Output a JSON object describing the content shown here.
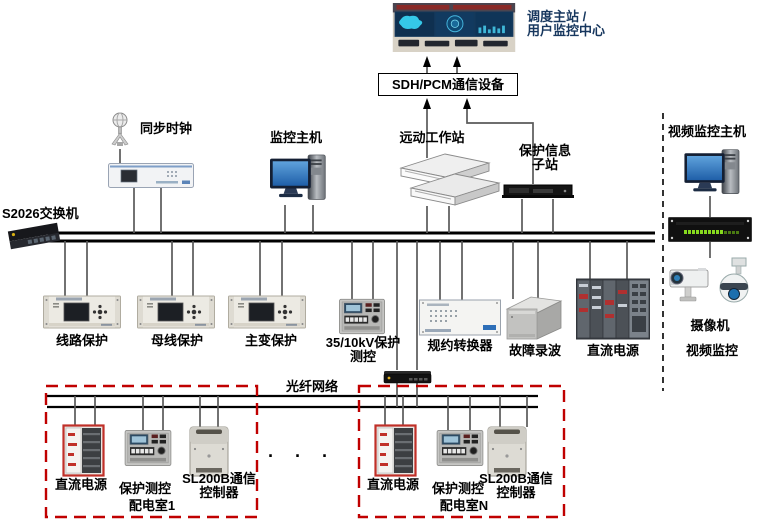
{
  "colors": {
    "label_navy": "#17375E",
    "dashed_red": "#C00000"
  },
  "top": {
    "dispatch_label_line1": "调度主站 /",
    "dispatch_label_line2": "用户监控中心",
    "sdh_label": "SDH/PCM通信设备"
  },
  "station_lan": {
    "switch_label": "S2026交换机",
    "sync_clock_label": "同步时钟",
    "monitor_host_label": "监控主机",
    "remote_workstation_label": "远动工作站",
    "protection_info_label_line1": "保护信息",
    "protection_info_label_line2": "子站",
    "bay_devices": [
      {
        "label": "线路保护"
      },
      {
        "label": "母线保护"
      },
      {
        "label": "主变保护"
      },
      {
        "label_line1": "35/10kV保护",
        "label_line2": "测控"
      },
      {
        "label": "规约转换器"
      },
      {
        "label": "故障录波"
      },
      {
        "label": "直流电源"
      }
    ]
  },
  "video": {
    "host_label": "视频监控主机",
    "camera_label": "摄像机",
    "section_label": "视频监控"
  },
  "fiber": {
    "network_label": "光纤网络",
    "ellipsis": "· · ·"
  },
  "rooms": [
    {
      "dc_label": "直流电源",
      "protection_label": "保护测控",
      "controller_label_line1": "SL200B通信",
      "controller_label_line2": "控制器",
      "room_label": "配电室1"
    },
    {
      "dc_label": "直流电源",
      "protection_label": "保护测控",
      "controller_label_line1": "SL200B通信",
      "controller_label_line2": "控制器",
      "room_label": "配电室N"
    }
  ]
}
